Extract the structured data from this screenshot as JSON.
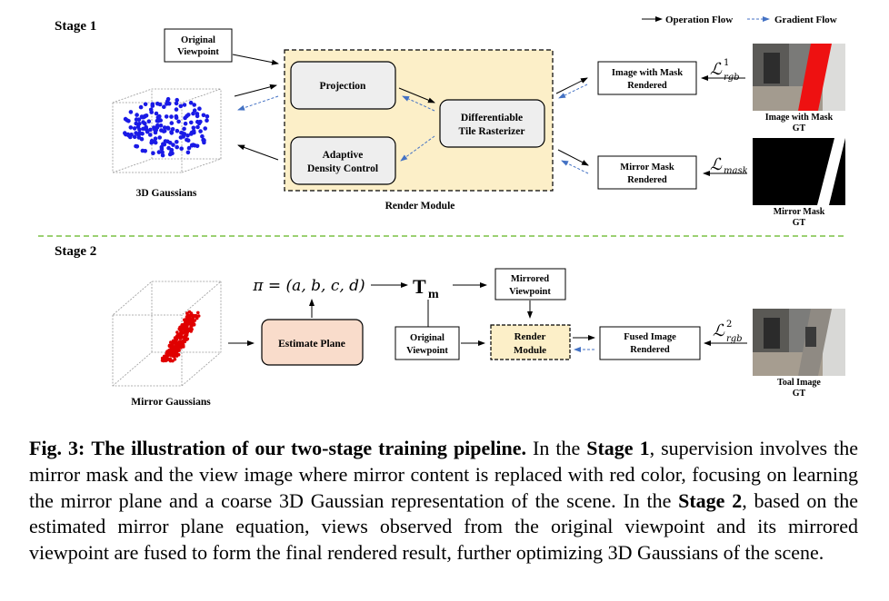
{
  "legend": {
    "operation": "Operation Flow",
    "gradient": "Gradient Flow"
  },
  "stage1": {
    "title": "Stage 1",
    "original_viewpoint": [
      "Original",
      "Viewpoint"
    ],
    "gaussians_label": "3D Gaussians",
    "projection": "Projection",
    "adaptive": [
      "Adaptive",
      "Density Control"
    ],
    "rasterizer": [
      "Differentiable",
      "Tile Rasterizer"
    ],
    "render_module": "Render Module",
    "image_mask_rendered": [
      "Image with Mask",
      "Rendered"
    ],
    "mirror_mask_rendered": [
      "Mirror Mask",
      "Rendered"
    ],
    "loss_rgb1": "ℒ",
    "loss_rgb1_sub": "rgb",
    "loss_rgb1_sup": "1",
    "loss_mask": "ℒ",
    "loss_mask_sub": "mask",
    "gt_image_mask": [
      "Image with Mask",
      "GT"
    ],
    "gt_mirror_mask": [
      "Mirror Mask",
      "GT"
    ]
  },
  "stage2": {
    "title": "Stage 2",
    "mirror_gaussians": "Mirror Gaussians",
    "estimate_plane": "Estimate Plane",
    "pi_eq": "π = (a, b, c, d)",
    "tm": "T",
    "tm_sub": "m",
    "mirrored_viewpoint": [
      "Mirrored",
      "Viewpoint"
    ],
    "original_viewpoint": [
      "Original",
      "Viewpoint"
    ],
    "render_module": [
      "Render",
      "Module"
    ],
    "fused": [
      "Fused Image",
      "Rendered"
    ],
    "loss_rgb2": "ℒ",
    "loss_rgb2_sub": "rgb",
    "loss_rgb2_sup": "2",
    "gt_total": [
      "Toal Image",
      "GT"
    ]
  },
  "caption": {
    "fig": "Fig. 3:",
    "bold_title": "The illustration of our two-stage training pipeline.",
    "t1": " In the ",
    "stage1": "Stage 1",
    "t2": ", supervision involves the mirror mask and the view image where mirror content is replaced with red color, focusing on learning the mirror plane and a coarse 3D Gaussian representation of the scene. In the ",
    "stage2": "Stage 2",
    "t3": ", based on the estimated mirror plane equation, views observed from the original viewpoint and its mirrored viewpoint are fused to form the final rendered result, further optimizing 3D Gaussians of the scene."
  },
  "colors": {
    "render_fill": "#fcefc8",
    "estimate_fill": "#f9dccb",
    "gradient": "#4472c4",
    "gaussian_dot": "#1a1ae6",
    "mirror_dot": "#e00000",
    "separator": "#7ac043"
  }
}
